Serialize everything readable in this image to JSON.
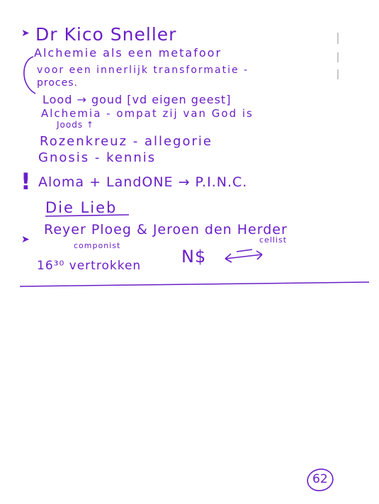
{
  "notes": {
    "line1": "Dr Kico Sneller",
    "line2": "Alchemie als een metafoor",
    "line3": "voor een innerlijk transformatie -",
    "line4": "proces.",
    "line5": "Lood → goud [vd eigen geest]",
    "line6": "Alchemia - ompat zij van God is",
    "line7": "Joods ↑",
    "line8": "Rozenkreuz - allegorie",
    "line9": "Gnosis - kennis",
    "line10": "Aloma + LandONE → P.I.N.C.",
    "line11": "Die Lieb",
    "line12": "Reyer Ploeg & Jeroen den Herder",
    "line12_sub_left": "componist",
    "line12_sub_right": "cellist",
    "line13": "16³⁰ vertrokken",
    "line13_mid": "N$",
    "exclamation": "!"
  },
  "page_number": "62",
  "colors": {
    "ink": "#6a1fc6",
    "rule": "#6a1fc6"
  }
}
